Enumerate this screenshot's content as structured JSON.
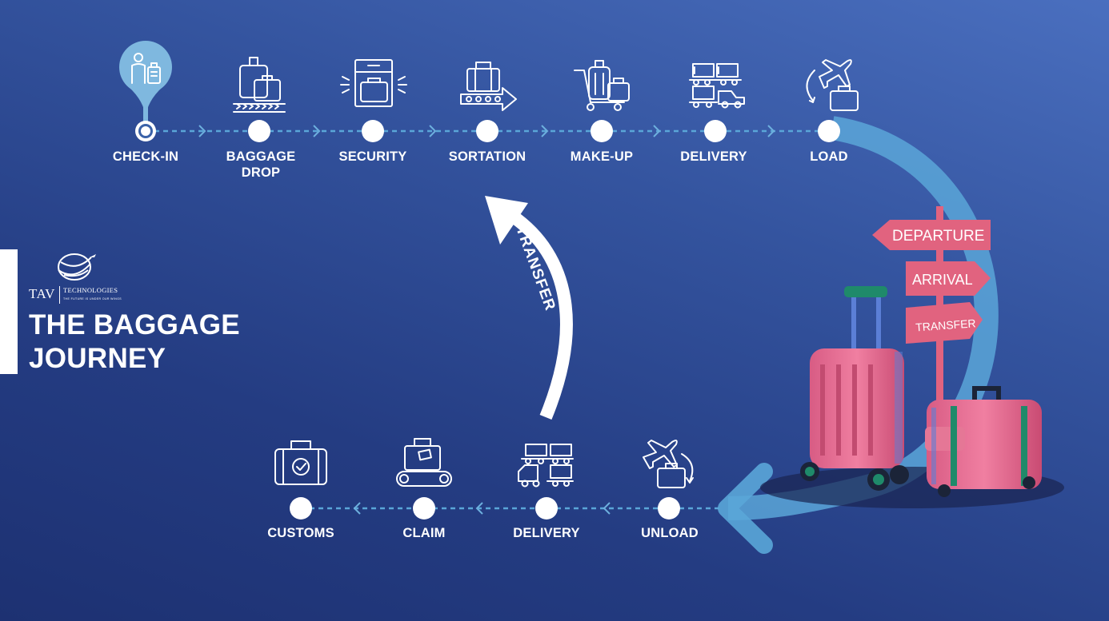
{
  "brand": {
    "name": "TAV",
    "subtitle": "TECHNOLOGIES",
    "tagline": "THE FUTURE IS UNDER OUR WINGS"
  },
  "title": {
    "line1": "THE BAGGAGE",
    "line2": "JOURNEY"
  },
  "outbound_steps": [
    {
      "label_line1": "CHECK-IN",
      "label_line2": "",
      "icon": "check-in-icon"
    },
    {
      "label_line1": "BAGGAGE",
      "label_line2": "DROP",
      "icon": "baggage-drop-icon"
    },
    {
      "label_line1": "SECURITY",
      "label_line2": "",
      "icon": "security-scanner-icon"
    },
    {
      "label_line1": "SORTATION",
      "label_line2": "",
      "icon": "sortation-conveyor-icon"
    },
    {
      "label_line1": "MAKE-UP",
      "label_line2": "",
      "icon": "make-up-cart-icon"
    },
    {
      "label_line1": "DELIVERY",
      "label_line2": "",
      "icon": "delivery-tug-icon"
    },
    {
      "label_line1": "LOAD",
      "label_line2": "",
      "icon": "load-plane-icon"
    }
  ],
  "inbound_steps": [
    {
      "label_line1": "CUSTOMS",
      "icon": "customs-suitcase-icon"
    },
    {
      "label_line1": "CLAIM",
      "icon": "claim-carousel-icon"
    },
    {
      "label_line1": "DELIVERY",
      "icon": "delivery-tug-icon"
    },
    {
      "label_line1": "UNLOAD",
      "icon": "unload-plane-icon"
    }
  ],
  "transfer_label": "TRANSFER",
  "signpost": {
    "departure": "DEPARTURE",
    "arrival": "ARRIVAL",
    "transfer": "TRANSFER"
  },
  "colors": {
    "accent": "#5aa6d8",
    "pin": "#7fb8df",
    "pink": "#e06a8c",
    "sign": "#e1637f",
    "green": "#1f8a6a"
  }
}
